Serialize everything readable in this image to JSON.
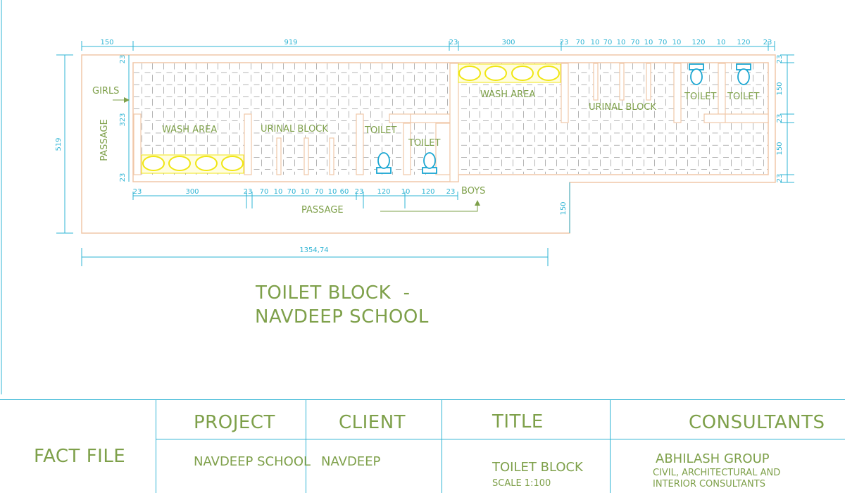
{
  "drawing": {
    "title_line1": "TOILET BLOCK  -",
    "title_line2": "NAVDEEP SCHOOL",
    "labels": {
      "girls": "GIRLS",
      "boys": "BOYS",
      "passage_vertical": "PASSAGE",
      "passage_bottom": "PASSAGE",
      "girls_wash_area": "WASH AREA",
      "girls_urinal_block": "URINAL BLOCK",
      "girls_toilet_1": "TOILET",
      "girls_toilet_2": "TOILET",
      "boys_wash_area": "WASH AREA",
      "boys_urinal_block": "URINAL BLOCK",
      "boys_toilet_1": "TOILET",
      "boys_toilet_2": "TOILET"
    },
    "dimensions": {
      "top_left_offset": "150",
      "top_main": "919",
      "top_chain": [
        "23",
        "300",
        "23",
        "70",
        "10",
        "70",
        "10",
        "70",
        "10",
        "70",
        "10",
        "120",
        "10",
        "120",
        "23"
      ],
      "bottom_chain": [
        "23",
        "300",
        "23",
        "70",
        "10",
        "70",
        "10",
        "70",
        "10",
        "60",
        "23",
        "120",
        "10",
        "120",
        "23"
      ],
      "left_total": "519",
      "left_chain": [
        "23",
        "323",
        "23"
      ],
      "right_chain": [
        "23",
        "150",
        "23",
        "150",
        "23"
      ],
      "passage_depth": "150",
      "overall_width": "1354,74"
    }
  },
  "title_block": {
    "fact_file": "FACT FILE",
    "project_heading": "PROJECT",
    "project_value": "NAVDEEP SCHOOL",
    "client_heading": "CLIENT",
    "client_value": "NAVDEEP",
    "title_heading": "TITLE",
    "title_value": "TOILET BLOCK",
    "scale": "SCALE 1:100",
    "consultants_heading": "CONSULTANTS",
    "consultants_name": "ABHILASH GROUP",
    "consultants_desc_1": "CIVIL, ARCHITECTURAL AND",
    "consultants_desc_2": "INTERIOR CONSULTANTS"
  },
  "colors": {
    "dimension_cyan": "#2fb4d4",
    "label_green": "#7ea04a",
    "wall_outline": "#f1c7a8",
    "tile_grid": "#6a6a6a",
    "wash_basin_yellow": "#f0e614",
    "wc_fixture_cyan": "#1aa6d2"
  }
}
